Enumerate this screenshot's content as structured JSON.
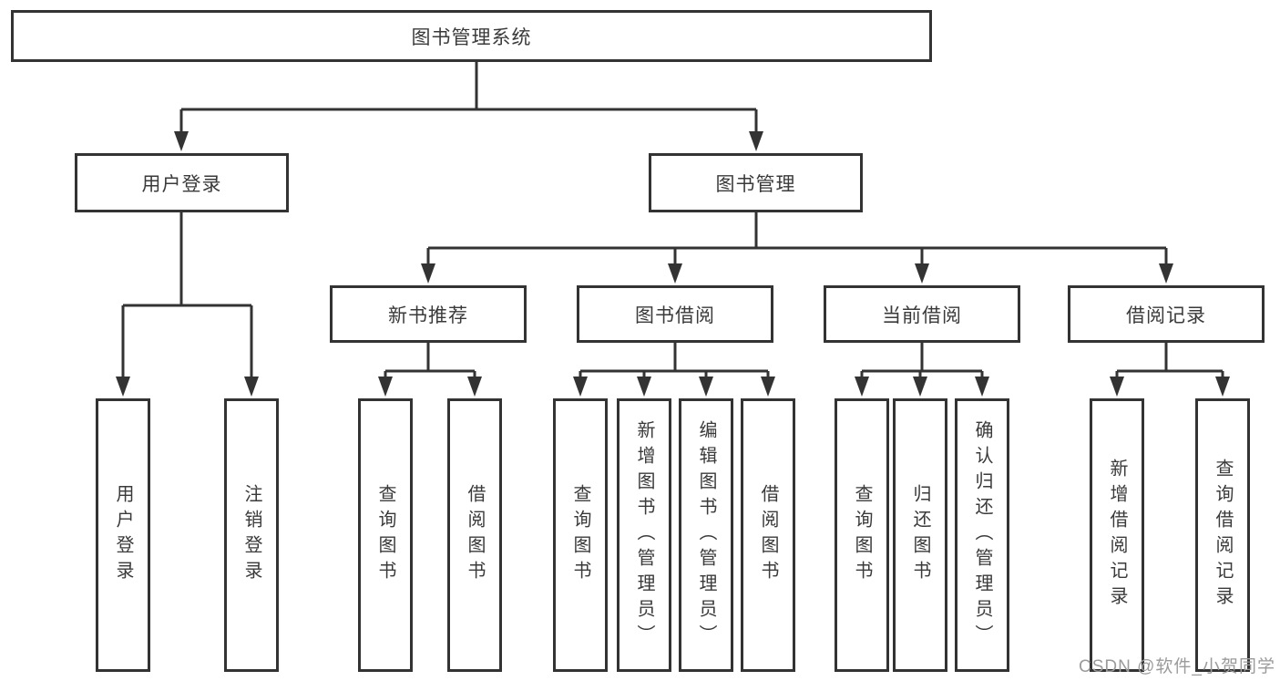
{
  "diagram_type": "function-structure-tree",
  "tree": {
    "label": "图书管理系统",
    "children": [
      {
        "label": "用户登录",
        "children": [
          {
            "label": "用户登录"
          },
          {
            "label": "注销登录"
          }
        ]
      },
      {
        "label": "图书管理",
        "children": [
          {
            "label": "新书推荐",
            "children": [
              {
                "label": "查询图书"
              },
              {
                "label": "借阅图书"
              }
            ]
          },
          {
            "label": "图书借阅",
            "children": [
              {
                "label": "查询图书"
              },
              {
                "label": "新增图书（管理员）"
              },
              {
                "label": "编辑图书（管理员）"
              },
              {
                "label": "借阅图书"
              }
            ]
          },
          {
            "label": "当前借阅",
            "children": [
              {
                "label": "查询图书"
              },
              {
                "label": "归还图书"
              },
              {
                "label": "确认归还（管理员）"
              }
            ]
          },
          {
            "label": "借阅记录",
            "children": [
              {
                "label": "新增借阅记录"
              },
              {
                "label": "查询借阅记录"
              }
            ]
          }
        ]
      }
    ]
  },
  "watermark": {
    "text": "CSDN @软件_小贺同学"
  },
  "colors": {
    "line": "#333333",
    "node_border": "#333333",
    "node_text": "#3a3a3a",
    "node_fill": "#ffffff",
    "watermark_text": "#9b9b9b",
    "background": "#ffffff"
  }
}
